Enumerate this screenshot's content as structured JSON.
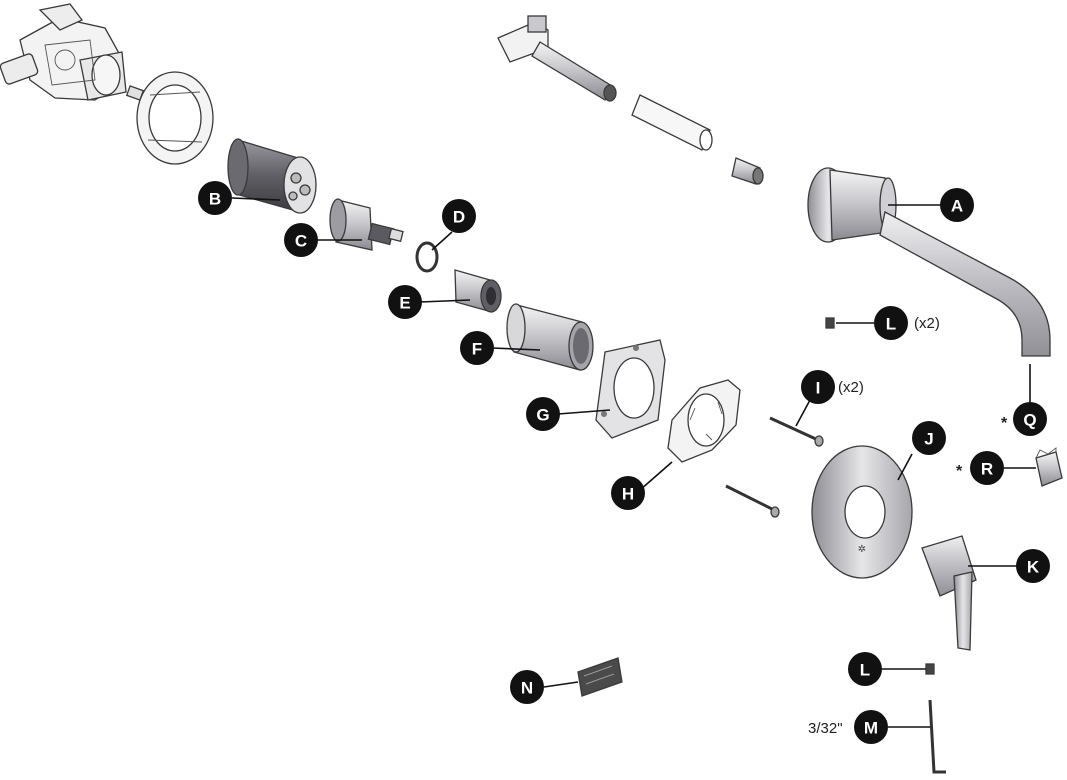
{
  "callouts": {
    "A": "A",
    "B": "B",
    "C": "C",
    "D": "D",
    "E": "E",
    "F": "F",
    "G": "G",
    "H": "H",
    "I": "I",
    "J": "J",
    "K": "K",
    "L_top": "L",
    "L_bottom": "L",
    "M": "M",
    "N": "N",
    "Q": "Q",
    "R": "R"
  },
  "notes": {
    "L_qty": "(x2)",
    "I_qty": "(x2)",
    "M_size": "3/32\"",
    "Q_star": "*",
    "R_star": "*"
  },
  "colors": {
    "callout": "#111111",
    "metal_light": "#e4e4e6",
    "metal_mid": "#b9b9bd",
    "metal_dark": "#6e6e73",
    "clear_body": "#f2f2f2"
  },
  "icons": {
    "valve_body": "rough-in-valve-body-icon",
    "plaster_guard": "plaster-guard-icon",
    "spout_supply": "spout-supply-pipe-icon"
  }
}
